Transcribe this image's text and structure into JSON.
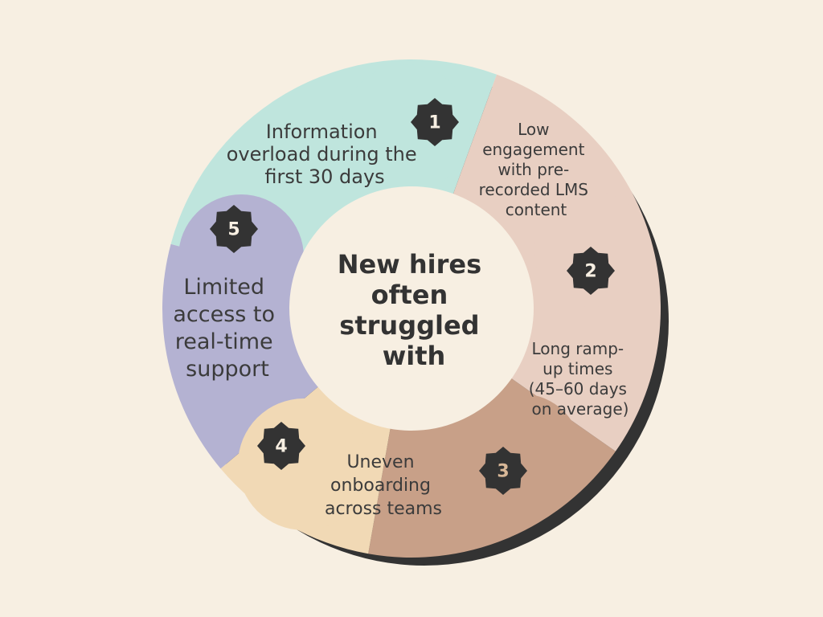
{
  "center": {
    "title_lines": [
      "New hires",
      "often",
      "struggled",
      "with"
    ]
  },
  "segments": [
    {
      "number": "1",
      "lines": [
        "Information",
        "overload during the",
        "first 30 days"
      ],
      "color": "#bfe5dd"
    },
    {
      "number": "2",
      "lines": [
        "Low",
        "engagement",
        "with pre-",
        "recorded LMS",
        "content"
      ],
      "color": "#e8cfc2"
    },
    {
      "number": "3",
      "lines": [
        "Long ramp-",
        "up times",
        "(45–60 days",
        "on average)"
      ],
      "color": "#c8a088"
    },
    {
      "number": "4",
      "lines": [
        "Uneven",
        "onboarding",
        "across teams"
      ],
      "color": "#f1d9b5"
    },
    {
      "number": "5",
      "lines": [
        "Limited",
        "access to",
        "real-time",
        "support"
      ],
      "color": "#b4b2d2"
    }
  ],
  "colors": {
    "background": "#f7efe2",
    "center_fill": "#f7efe2",
    "shadow": "#333333",
    "badge": "#333333",
    "badge_text_light": "#f7efe2",
    "badge_text_accent": "#d8b898"
  }
}
